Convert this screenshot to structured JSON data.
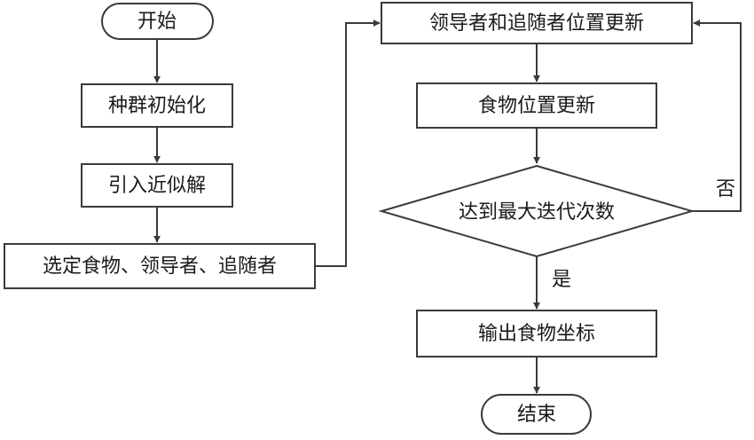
{
  "nodes": {
    "start": "开始",
    "init": "种群初始化",
    "approx": "引入近似解",
    "select": "选定食物、领导者、追随者",
    "update_pos": "领导者和追随者位置更新",
    "food_update": "食物位置更新",
    "decision": "达到最大迭代次数",
    "output": "输出食物坐标",
    "end": "结束"
  },
  "edge_labels": {
    "no": "否",
    "yes": "是"
  }
}
